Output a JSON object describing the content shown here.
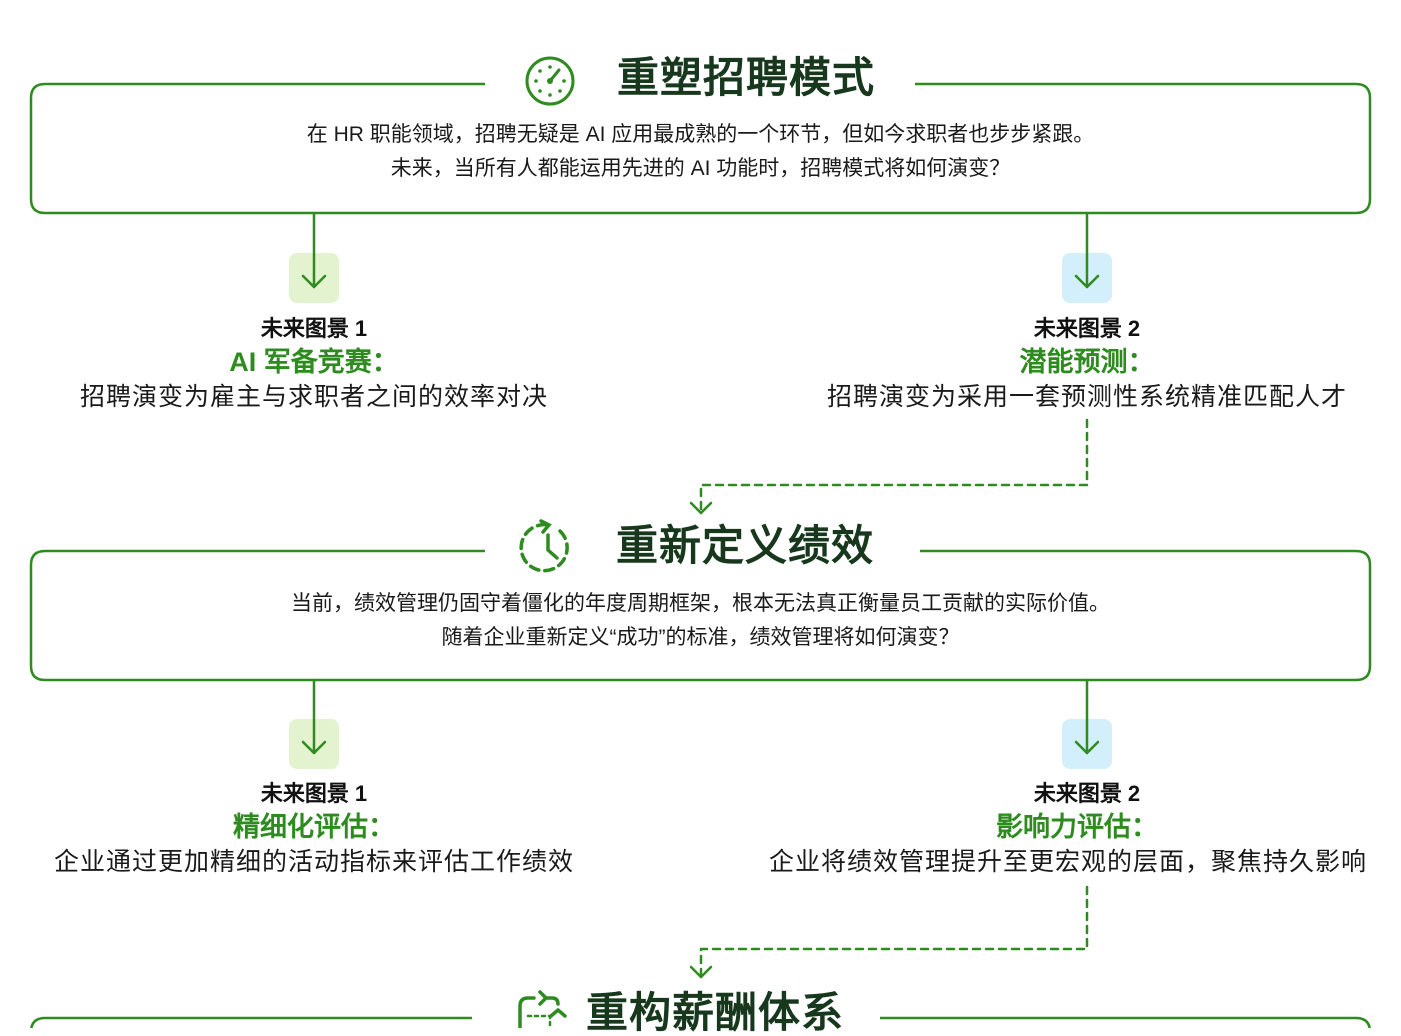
{
  "colors": {
    "accent": "#2e8b1f",
    "title": "#17381c",
    "tile_green": "#e4f3cf",
    "tile_blue": "#d3effb"
  },
  "sections": [
    {
      "title": "重塑招聘模式",
      "icon": "gauge-icon",
      "desc_line1": "在 HR 职能领域，招聘无疑是 AI 应用最成熟的一个环节，但如今求职者也步步紧跟。",
      "desc_line2": "未来，当所有人都能运用先进的 AI 功能时，招聘模式将如何演变？",
      "scenarios": [
        {
          "label": "未来图景 1",
          "headline": "AI 军备竞赛：",
          "body": "招聘演变为雇主与求职者之间的效率对决"
        },
        {
          "label": "未来图景 2",
          "headline": "潜能预测：",
          "body": "招聘演变为采用一套预测性系统精准匹配人才"
        }
      ]
    },
    {
      "title": "重新定义绩效",
      "icon": "clock-icon",
      "desc_line1": "当前，绩效管理仍固守着僵化的年度周期框架，根本无法真正衡量员工贡献的实际价值。",
      "desc_line2": "随着企业重新定义“成功”的标准，绩效管理将如何演变？",
      "scenarios": [
        {
          "label": "未来图景 1",
          "headline": "精细化评估：",
          "body": "企业通过更加精细的活动指标来评估工作绩效"
        },
        {
          "label": "未来图景 2",
          "headline": "影响力评估：",
          "body": "企业将绩效管理提升至更宏观的层面，聚焦持久影响"
        }
      ]
    },
    {
      "title": "重构薪酬体系",
      "icon": "pay-cycle-icon"
    }
  ]
}
